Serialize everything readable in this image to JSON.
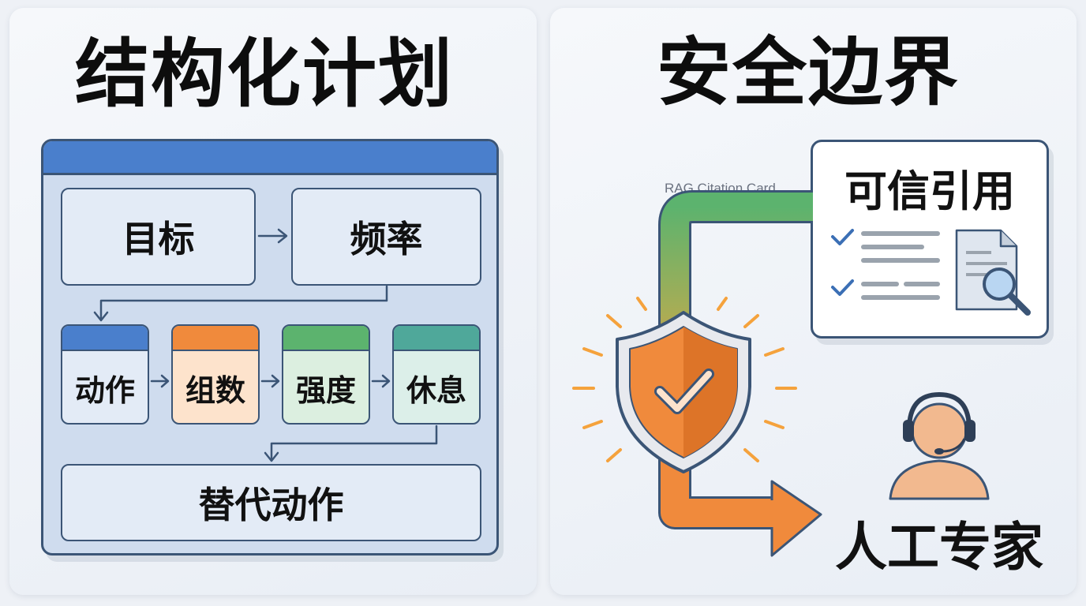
{
  "left": {
    "title": "结构化计划",
    "goal": "目标",
    "frequency": "频率",
    "steps": [
      "动作",
      "组数",
      "强度",
      "休息"
    ],
    "alternative": "替代动作"
  },
  "right": {
    "title": "安全边界",
    "rag_label": "RAG Citation Card",
    "card_title": "可信引用",
    "expert": "人工专家"
  },
  "colors": {
    "blue": "#4a7fcc",
    "orange": "#f08a3c",
    "green": "#5cb36e",
    "teal": "#4fa89a",
    "navy": "#3b5576"
  },
  "icons": [
    "check-icon",
    "document-icon",
    "magnifier-icon",
    "shield-check-icon",
    "headset-agent-icon"
  ]
}
